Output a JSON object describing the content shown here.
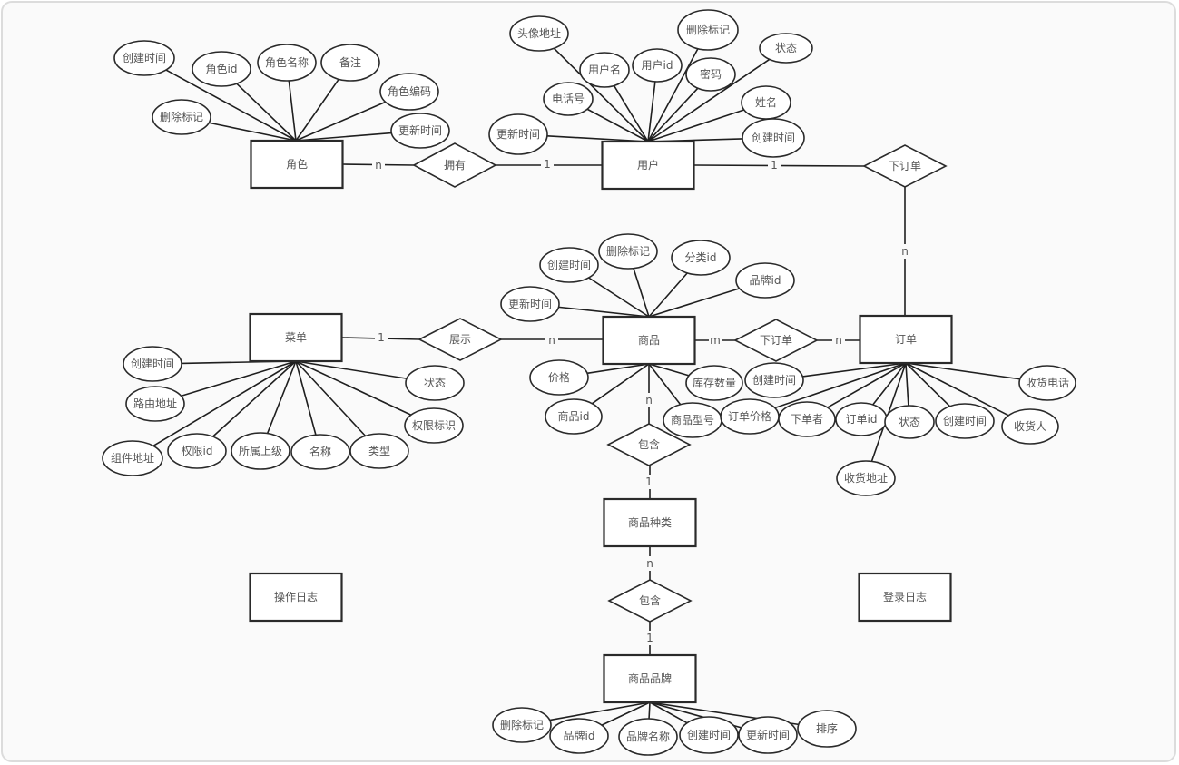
{
  "diagram": {
    "type": "ER diagram",
    "entities": [
      {
        "id": "role",
        "label": "角色"
      },
      {
        "id": "user",
        "label": "用户"
      },
      {
        "id": "menu",
        "label": "菜单"
      },
      {
        "id": "product",
        "label": "商品"
      },
      {
        "id": "order",
        "label": "订单"
      },
      {
        "id": "category",
        "label": "商品种类"
      },
      {
        "id": "brand",
        "label": "商品品牌"
      },
      {
        "id": "oplog",
        "label": "操作日志"
      },
      {
        "id": "loginlog",
        "label": "登录日志"
      }
    ],
    "relationships": [
      {
        "id": "own",
        "label": "拥有",
        "from": "role",
        "to": "user",
        "from_card": "n",
        "to_card": "1"
      },
      {
        "id": "user_order",
        "label": "下订单",
        "from": "user",
        "to": "order",
        "from_card": "1",
        "to_card": "n"
      },
      {
        "id": "display",
        "label": "展示",
        "from": "menu",
        "to": "product",
        "from_card": "1",
        "to_card": "n"
      },
      {
        "id": "prod_order",
        "label": "下订单",
        "from": "product",
        "to": "order",
        "from_card": "m",
        "to_card": "n"
      },
      {
        "id": "contain1",
        "label": "包含",
        "from": "product",
        "to": "category",
        "from_card": "n",
        "to_card": "1"
      },
      {
        "id": "contain2",
        "label": "包含",
        "from": "category",
        "to": "brand",
        "from_card": "n",
        "to_card": "1"
      }
    ],
    "attributes": {
      "role": [
        "创建时间",
        "角色id",
        "角色名称",
        "备注",
        "角色编码",
        "删除标记",
        "更新时间"
      ],
      "user": [
        "头像地址",
        "用户名",
        "用户id",
        "删除标记",
        "状态",
        "密码",
        "电话号",
        "姓名",
        "更新时间",
        "创建时间"
      ],
      "menu": [
        "创建时间",
        "路由地址",
        "组件地址",
        "权限id",
        "所属上级",
        "名称",
        "类型",
        "权限标识",
        "状态"
      ],
      "product": [
        "更新时间",
        "创建时间",
        "删除标记",
        "分类id",
        "品牌id",
        "价格",
        "商品id",
        "库存数量",
        "商品型号"
      ],
      "order": [
        "创建时间",
        "订单价格",
        "下单者",
        "订单id",
        "收货地址",
        "状态",
        "创建时间",
        "收货人",
        "收货电话"
      ],
      "brand": [
        "删除标记",
        "品牌id",
        "品牌名称",
        "创建时间",
        "更新时间",
        "排序"
      ]
    }
  }
}
